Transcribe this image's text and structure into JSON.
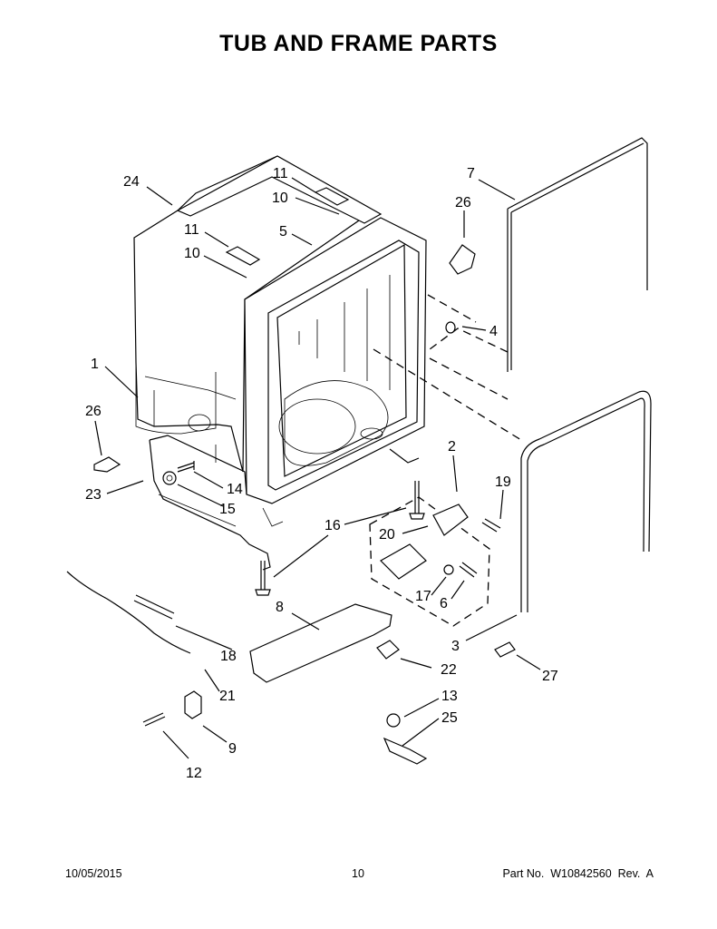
{
  "title": "TUB AND FRAME PARTS",
  "callouts": [
    {
      "id": "c24",
      "label": "24"
    },
    {
      "id": "c11a",
      "label": "11"
    },
    {
      "id": "c10a",
      "label": "10"
    },
    {
      "id": "c11b",
      "label": "11"
    },
    {
      "id": "c10b",
      "label": "10"
    },
    {
      "id": "c5",
      "label": "5"
    },
    {
      "id": "c7",
      "label": "7"
    },
    {
      "id": "c26a",
      "label": "26"
    },
    {
      "id": "c4",
      "label": "4"
    },
    {
      "id": "c1",
      "label": "1"
    },
    {
      "id": "c26b",
      "label": "26"
    },
    {
      "id": "c23",
      "label": "23"
    },
    {
      "id": "c14",
      "label": "14"
    },
    {
      "id": "c15",
      "label": "15"
    },
    {
      "id": "c2",
      "label": "2"
    },
    {
      "id": "c19",
      "label": "19"
    },
    {
      "id": "c20",
      "label": "20"
    },
    {
      "id": "c16",
      "label": "16"
    },
    {
      "id": "c17",
      "label": "17"
    },
    {
      "id": "c6",
      "label": "6"
    },
    {
      "id": "c8",
      "label": "8"
    },
    {
      "id": "c3",
      "label": "3"
    },
    {
      "id": "c18",
      "label": "18"
    },
    {
      "id": "c22",
      "label": "22"
    },
    {
      "id": "c27",
      "label": "27"
    },
    {
      "id": "c21",
      "label": "21"
    },
    {
      "id": "c13",
      "label": "13"
    },
    {
      "id": "c25",
      "label": "25"
    },
    {
      "id": "c9",
      "label": "9"
    },
    {
      "id": "c12",
      "label": "12"
    }
  ],
  "footer": {
    "date": "10/05/2015",
    "page": "10",
    "part": "Part No.  W10842560  Rev.  A"
  }
}
